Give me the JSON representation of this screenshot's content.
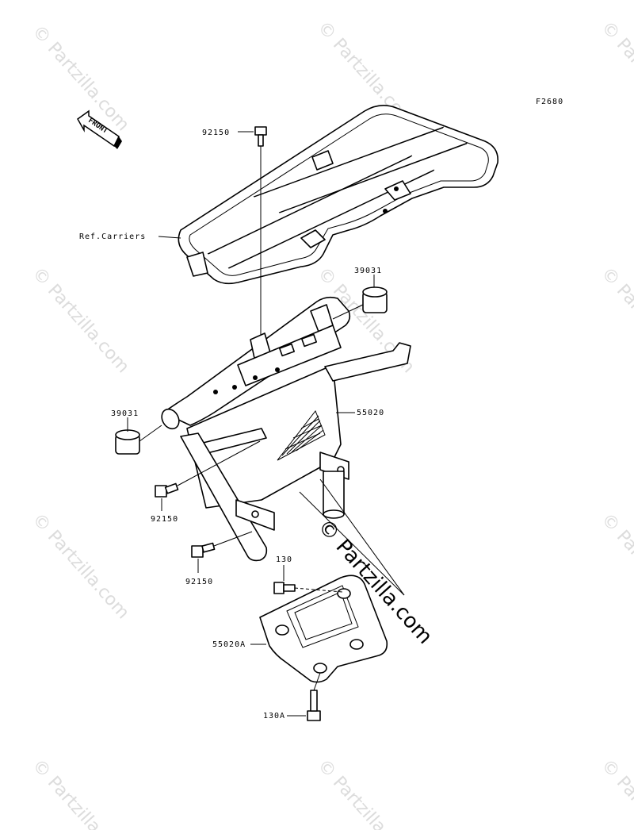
{
  "figure_code": "F2680",
  "front_label": "FRONT",
  "watermark": "© Partzilla.com",
  "callouts": {
    "bolt_top": "92150",
    "carrier_ref": "Ref.Carriers",
    "collar_right": "39031",
    "collar_left": "39031",
    "guard": "55020",
    "bolt_mid": "92150",
    "bolt_low": "92150",
    "bolt_130": "130",
    "guard_a": "55020A",
    "bolt_130a": "130A"
  }
}
